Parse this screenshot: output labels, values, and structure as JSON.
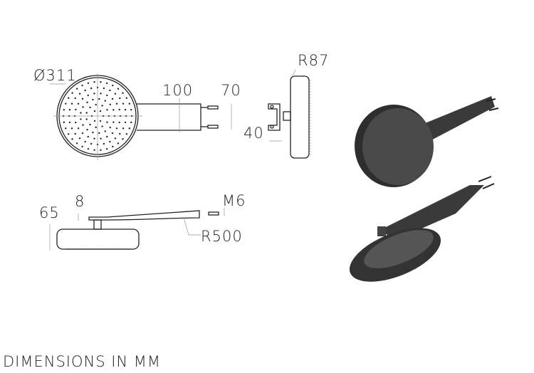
{
  "dimensions": {
    "diameter": "Ø311",
    "radius_side": "R87",
    "arm_length": "100",
    "pin_spacing": "70",
    "bracket_width": "40",
    "height": "65",
    "plate_thickness": "8",
    "thread": "M6",
    "arm_radius": "R500"
  },
  "footer": "DIMENSIONS IN MM",
  "colors": {
    "line": "#222222",
    "render": "#3a3a3a"
  }
}
